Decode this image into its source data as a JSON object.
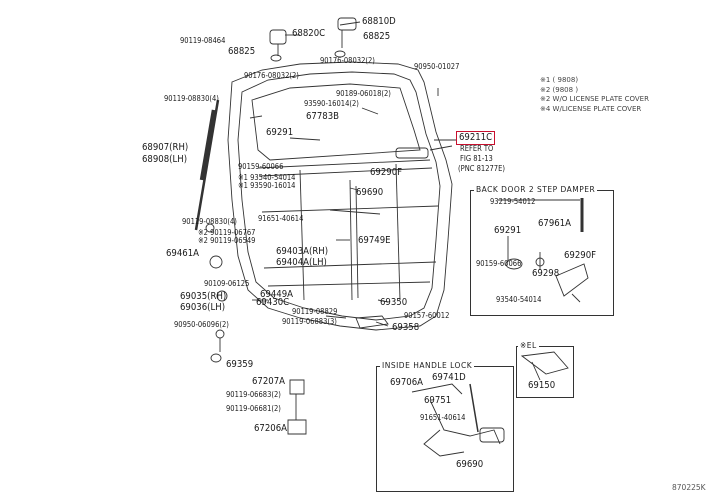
{
  "labels": {
    "p68810D": "68810D",
    "p68820C": "68820C",
    "p90119_08464": "90119-08464",
    "p68825a": "68825",
    "p68825b": "68825",
    "p90176_08032_2a": "90176-08032(2)",
    "p90176_08032_2b": "90176-08032(2)",
    "p90950_01027": "90950-01027",
    "p90119_08830_4a": "90119-08830(4)",
    "p90189_06018_2": "90189-06018(2)",
    "p93590_16014_2": "93590-16014(2)",
    "p67783B": "67783B",
    "p69211C": "69211C",
    "p69291a": "69291",
    "p68907": "68907(RH)",
    "p68908": "68908(LH)",
    "p90159_60066a": "90159-60066",
    "p93540_54014a": "※1 93540-54014",
    "p93590_16014": "※1 93590-16014",
    "p69290Fa": "69290F",
    "p69690a": "69690",
    "p90119_08830_4b": "90119-08830(4)",
    "p91651_40614a": "91651-40614",
    "p90119_06767": "※2 90119-06767",
    "p90119_06549": "※2 90119-06549",
    "p69461A": "69461A",
    "p69403A": "69403A(RH)",
    "p69404A": "69404A(LH)",
    "p69749E": "69749E",
    "p90109_06125": "90109-06125",
    "p69449A": "69449A",
    "p69430C": "69430C",
    "p69035": "69035(RH)",
    "p69036": "69036(LH)",
    "p90119_08829": "90119-08829",
    "p90119_06883_3": "90119-06883(3)",
    "p69350": "69350",
    "p90157_60012": "90157-60012",
    "p90950_06096_2": "90950-06096(2)",
    "p69358": "69358",
    "p69359": "69359",
    "p67207A": "67207A",
    "p90119_06683_2": "90119-06683(2)",
    "p90119_06681_2": "90119-06681(2)",
    "p67206A": "67206A",
    "p93219_54012": "93219-54012",
    "p67961A": "67961A",
    "p69291b": "69291",
    "p90159_60066b": "90159-60066",
    "p69298": "69298",
    "p69290Fb": "69290F",
    "p93540_54014b": "93540-54014",
    "p69706A": "69706A",
    "p69741D": "69741D",
    "p69751": "69751",
    "p91651_40614b": "91651-40614",
    "p69690b": "69690",
    "p69150": "69150",
    "refer1": "REFER TO",
    "refer2": "FIG 81-13",
    "refer3": "(PNC 81277E)"
  },
  "boxes": {
    "damper_title": "BACK DOOR 2 STEP DAMPER",
    "lock_title": "INSIDE HANDLE LOCK",
    "small_title": "※EL"
  },
  "legend": [
    "※1 (      9808)",
    "※2 (9808     )",
    "※2 W/O LICENSE PLATE COVER",
    "※4 W/LICENSE PLATE COVER"
  ],
  "code": "870225K"
}
